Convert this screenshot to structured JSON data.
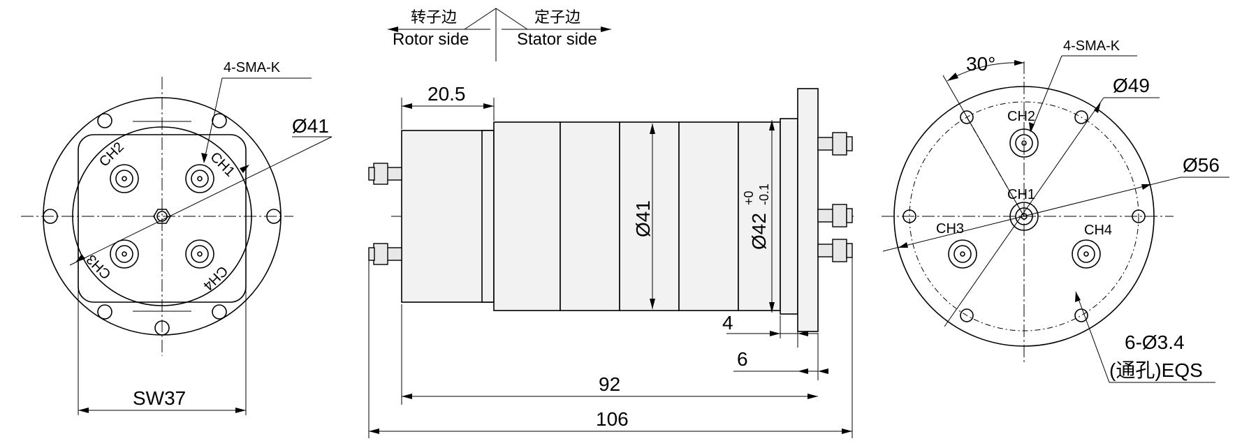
{
  "side_labels": {
    "rotor_cn": "转子边",
    "rotor_en": "Rotor side",
    "stator_cn": "定子边",
    "stator_en": "Stator side"
  },
  "left_view": {
    "connector_note": "4-SMA-K",
    "diameter": "Ø41",
    "wrench": "SW37",
    "channels": [
      "CH2",
      "CH1",
      "CH3",
      "CH4"
    ]
  },
  "side_view": {
    "length_rotor": "20.5",
    "body_diameter": "Ø41",
    "stator_diameter_base": "Ø42",
    "tol_upper": "+0",
    "tol_lower": "-0.1",
    "flange_thickness": "4",
    "flange_offset": "6",
    "length_body": "92",
    "length_total": "106"
  },
  "right_view": {
    "angle": "30°",
    "connector_note": "4-SMA-K",
    "pcd": "Ø49",
    "flange_diameter": "Ø56",
    "holes": "6-Ø3.4",
    "holes_note": "(通孔)EQS",
    "channels": [
      "CH2",
      "CH1",
      "CH3",
      "CH4"
    ]
  }
}
